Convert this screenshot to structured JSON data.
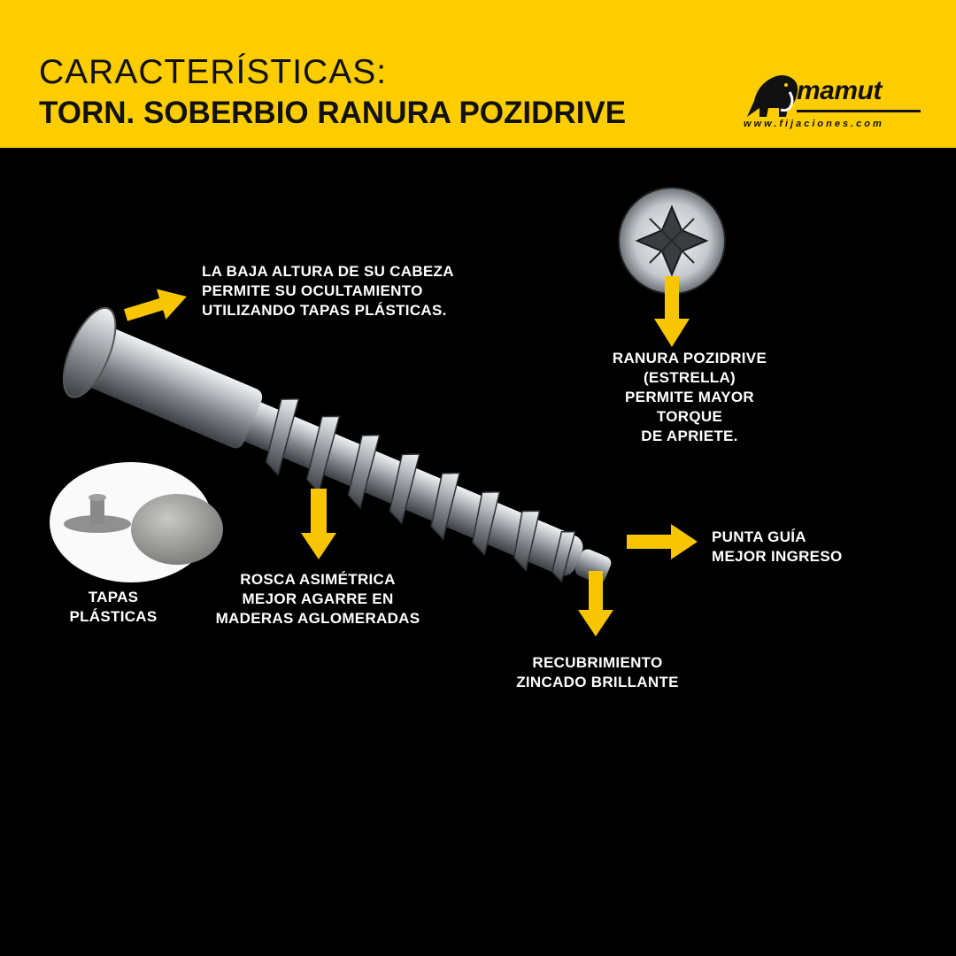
{
  "header": {
    "title_line1": "CARACTERÍSTICAS:",
    "title_line2": "TORN. SOBERBIO RANURA POZIDRIVE",
    "logo_name": "mamut",
    "logo_url": "www.fijaciones.com"
  },
  "annotations": {
    "head": [
      "LA BAJA ALTURA DE SU CABEZA",
      "PERMITE SU OCULTAMIENTO",
      "UTILIZANDO TAPAS PLÁSTICAS."
    ],
    "pozidrive": [
      "RANURA POZIDRIVE",
      "(ESTRELLA)",
      "PERMITE MAYOR",
      "TORQUE",
      "DE APRIETE."
    ],
    "tip": [
      "PUNTA GUÍA",
      "MEJOR INGRESO"
    ],
    "thread": [
      "ROSCA ASIMÉTRICA",
      "MEJOR AGARRE EN",
      "MADERAS AGLOMERADAS"
    ],
    "caps": [
      "TAPAS",
      "PLÁSTICAS"
    ],
    "coating": [
      "RECUBRIMIENTO",
      "ZINCADO BRILLANTE"
    ]
  },
  "colors": {
    "header_bg": "#fdcd00",
    "arrow": "#f7c600",
    "background": "#000000",
    "text": "#ffffff"
  }
}
